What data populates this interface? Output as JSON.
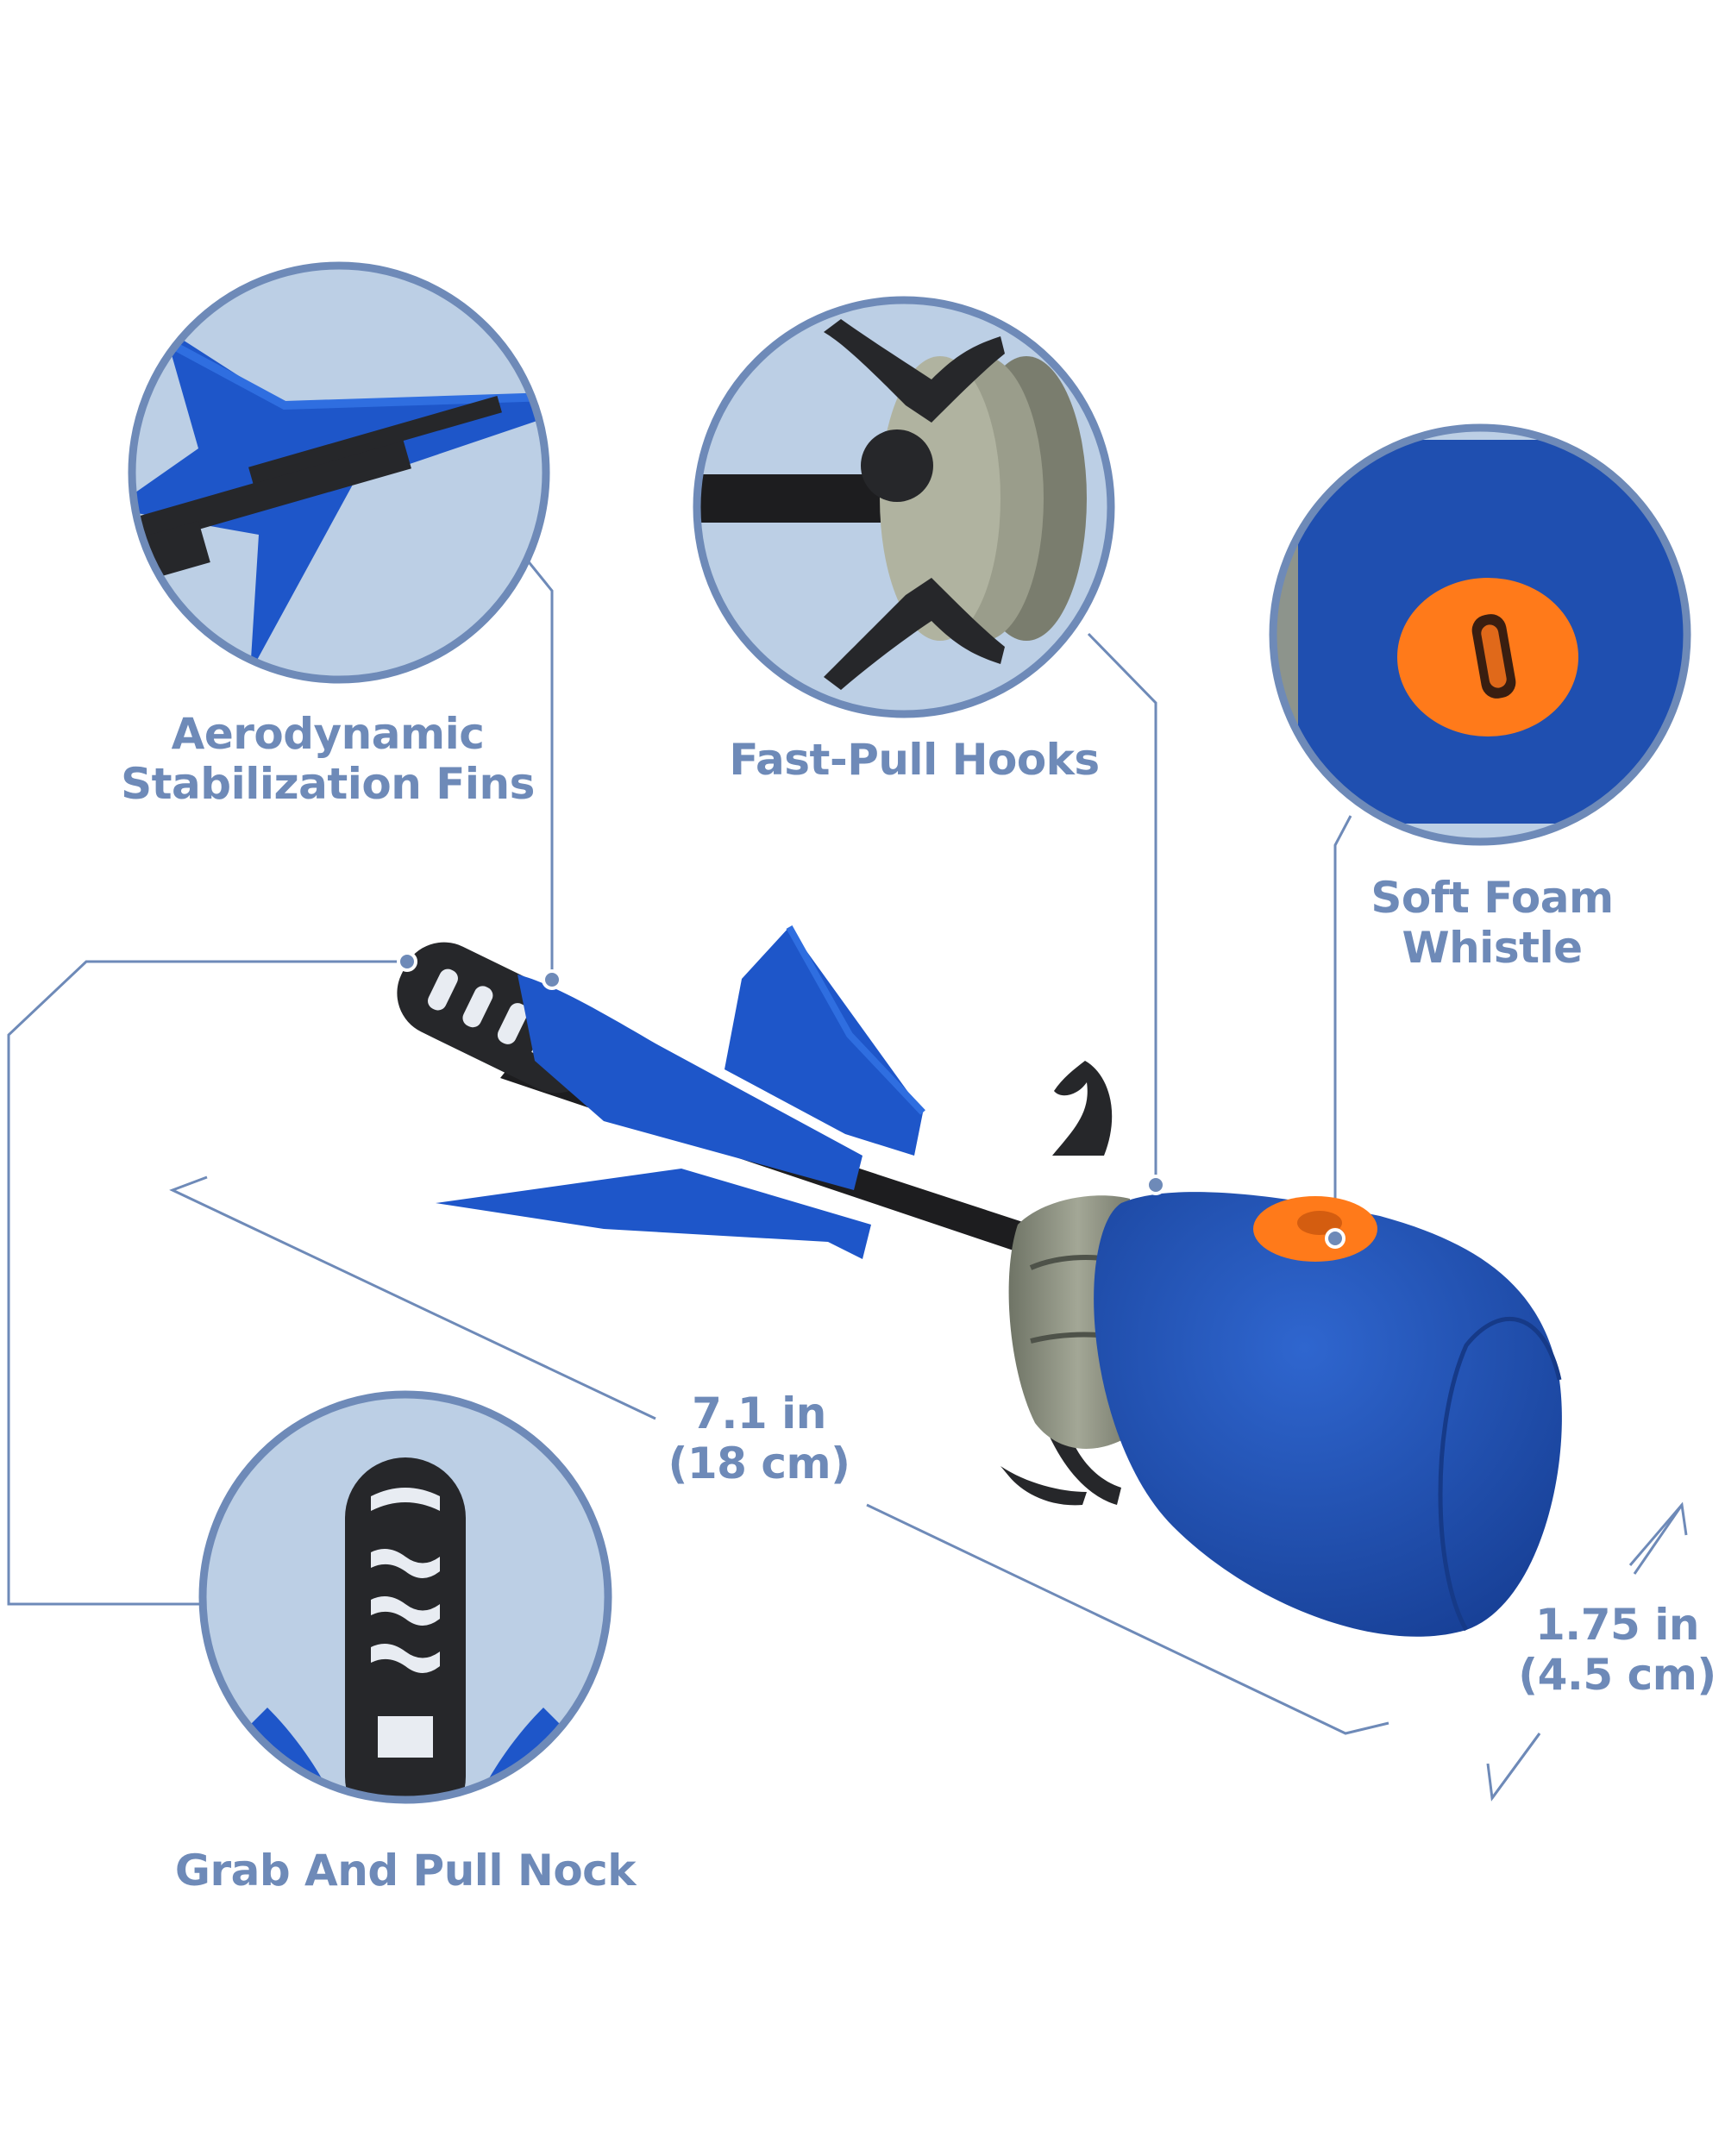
{
  "callouts": {
    "fins": [
      "Aerodynamic",
      "Stabilization Fins"
    ],
    "hooks": [
      "Fast-Pull Hooks"
    ],
    "whistle": [
      "Soft Foam",
      "Whistle"
    ],
    "nock": [
      "Grab And Pull Nock"
    ]
  },
  "dimensions": {
    "length": [
      "7.1 in",
      "(18 cm)"
    ],
    "width": [
      "1.75 in",
      "(4.5 cm)"
    ]
  },
  "colors": {
    "label": "#6e8ab8",
    "circle_fill": "#bccfe5",
    "circle_stroke": "#6e8ab8",
    "foam_blue": "#1f4fb0",
    "fin_blue": "#1e56c9",
    "whistle_orange": "#ff7a1a",
    "plastic_black": "#26272a"
  }
}
